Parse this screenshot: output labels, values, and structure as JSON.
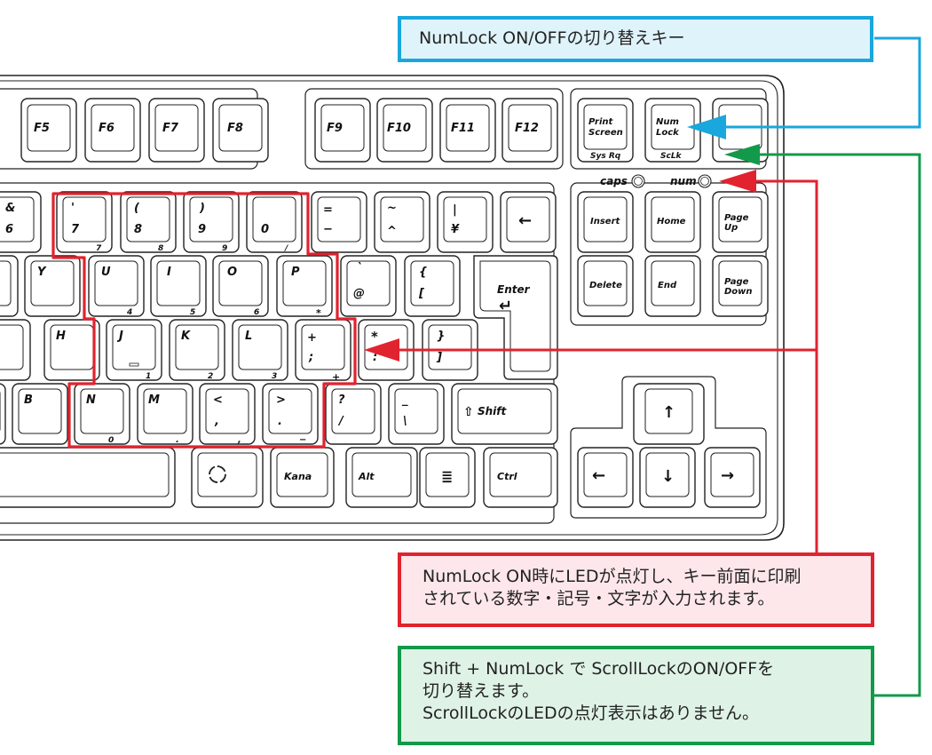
{
  "keys": {
    "f5": "F5",
    "f6": "F6",
    "f7": "F7",
    "f8": "F8",
    "f9": "F9",
    "f10": "F10",
    "f11": "F11",
    "f12": "F12",
    "print_screen_1": "Print",
    "print_screen_2": "Screen",
    "sys_rq": "Sys Rq",
    "num_lock_1": "Num",
    "num_lock_2": "Lock",
    "scroll_lock": "ScLk",
    "amp": "&",
    "six": "6",
    "apos": "'",
    "seven": "7",
    "seven_front": "7",
    "paren_open": "(",
    "eight": "8",
    "eight_front": "8",
    "paren_close": ")",
    "nine": "9",
    "nine_front": "9",
    "zero": "0",
    "zero_front": "/",
    "equals": "=",
    "minus": "−",
    "tilde": "~",
    "caret": "^",
    "pipe": "|",
    "yen": "¥",
    "backspace": "←",
    "insert": "Insert",
    "home": "Home",
    "page_up_1": "Page",
    "page_up_2": "Up",
    "y": "Y",
    "u": "U",
    "u_front": "4",
    "i": "I",
    "i_front": "5",
    "o": "O",
    "o_front": "6",
    "p": "P",
    "p_front": "*",
    "backtick": "`",
    "at": "@",
    "brace_open": "{",
    "bracket_open": "[",
    "enter": "Enter",
    "enter_arrow": "↵",
    "delete": "Delete",
    "end": "End",
    "page_down_1": "Page",
    "page_down_2": "Down",
    "h": "H",
    "j": "J",
    "j_front": "1",
    "k": "K",
    "k_front": "2",
    "l": "L",
    "l_front": "3",
    "plus": "+",
    "semicolon": ";",
    "plus_front": "+",
    "asterisk": "*",
    "colon": ":",
    "brace_close": "}",
    "bracket_close": "]",
    "b": "B",
    "n": "N",
    "n_front": "0",
    "m": "M",
    "m_front": ".",
    "lt": "<",
    "comma": ",",
    "comma_front": ",",
    "gt": ">",
    "period": ".",
    "period_front": "−",
    "question": "?",
    "slash": "/",
    "underscore": "_",
    "backslash": "\\",
    "shift": "Shift",
    "shift_icon": "⇧",
    "arrow_up": "↑",
    "arrow_left": "←",
    "arrow_down": "↓",
    "arrow_right": "→",
    "kana": "Kana",
    "alt": "Alt",
    "ctrl": "Ctrl",
    "menu_icon": "≣"
  },
  "leds": {
    "caps": "caps",
    "num": "num"
  },
  "callouts": {
    "numlock_title": "NumLock ON/OFFの切り替えキー",
    "led_line1": "NumLock ON時にLEDが点灯し、キー前面に印刷",
    "led_line2": "されている数字・記号・文字が入力されます。",
    "scroll_line1": "Shift + NumLock で ScrollLockのON/OFFを",
    "scroll_line2": "切り替えます。",
    "scroll_line3": "ScrollLockのLEDの点灯表示はありません。"
  },
  "colors": {
    "numlock_callout": "#19a7dd",
    "led_callout": "#e0232f",
    "scroll_callout": "#129a4a"
  }
}
